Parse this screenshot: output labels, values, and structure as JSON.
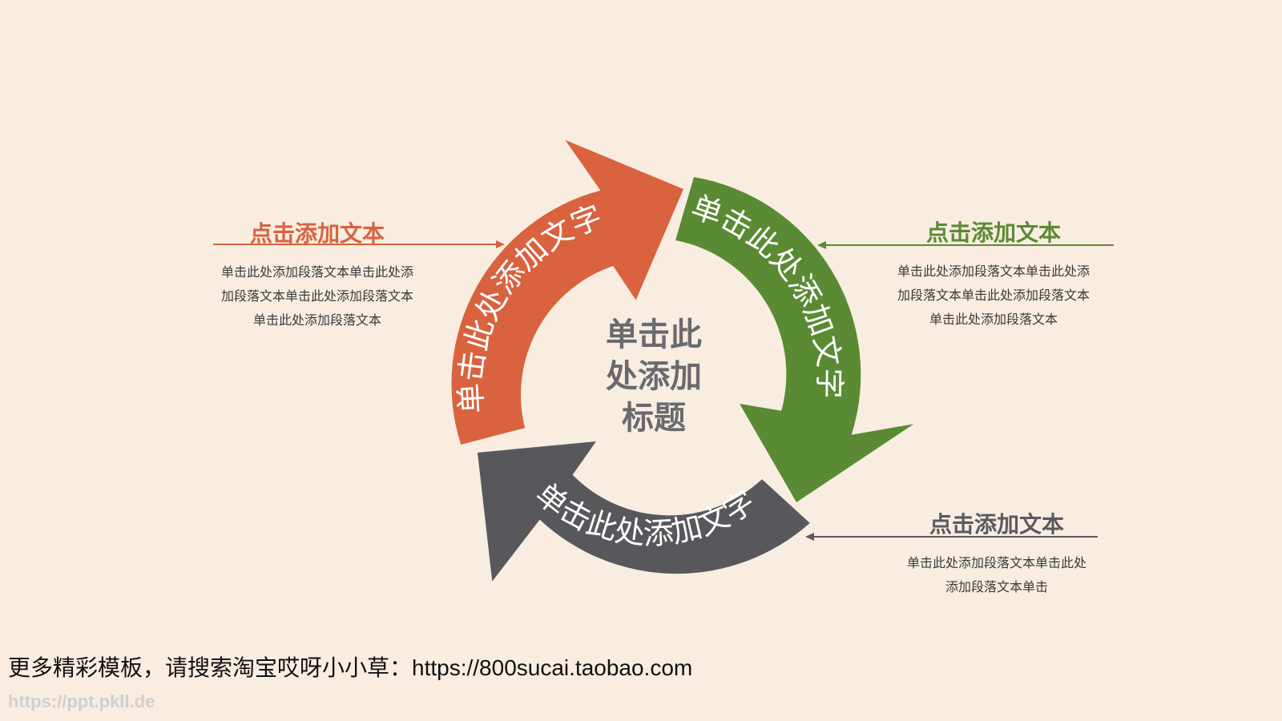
{
  "center": {
    "lines": [
      "单击此",
      "处添加",
      "标题"
    ]
  },
  "arrows": [
    {
      "name": "arrow-orange",
      "text": "单击此处添加文字",
      "color": "#d9623f"
    },
    {
      "name": "arrow-green",
      "text": "单击此处添加文字",
      "color": "#5a8a33"
    },
    {
      "name": "arrow-gray",
      "text": "单击此处添加文字",
      "color": "#58585c"
    }
  ],
  "labels": {
    "left": {
      "title": "点击添加文本",
      "lines": [
        "单击此处添加段落文本单击此处添",
        "加段落文本单击此处添加段落文本",
        "单击此处添加段落文本"
      ],
      "color": "#d9623f"
    },
    "right": {
      "title": "点击添加文本",
      "lines": [
        "单击此处添加段落文本单击此处添",
        "加段落文本单击此处添加段落文本",
        "单击此处添加段落文本"
      ],
      "color": "#5a8a33"
    },
    "bottom": {
      "title": "点击添加文本",
      "lines": [
        "单击此处添加段落文本单击此处",
        "添加段落文本单击"
      ],
      "color": "#5a5a5e"
    }
  },
  "footer": {
    "promo_text": "更多精彩模板，请搜索淘宝哎呀小小草：",
    "promo_url": "https://800sucai.taobao.com",
    "watermark": "https://ppt.pkll.de"
  }
}
